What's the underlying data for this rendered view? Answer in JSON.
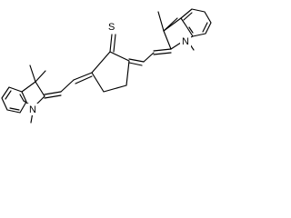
{
  "molecule": {
    "atoms": {
      "sulfur": "S",
      "nitrogen_left": "N",
      "nitrogen_right": "N"
    },
    "colors": {
      "bond": "#000000",
      "label": "#000000",
      "background": "#ffffff"
    }
  }
}
